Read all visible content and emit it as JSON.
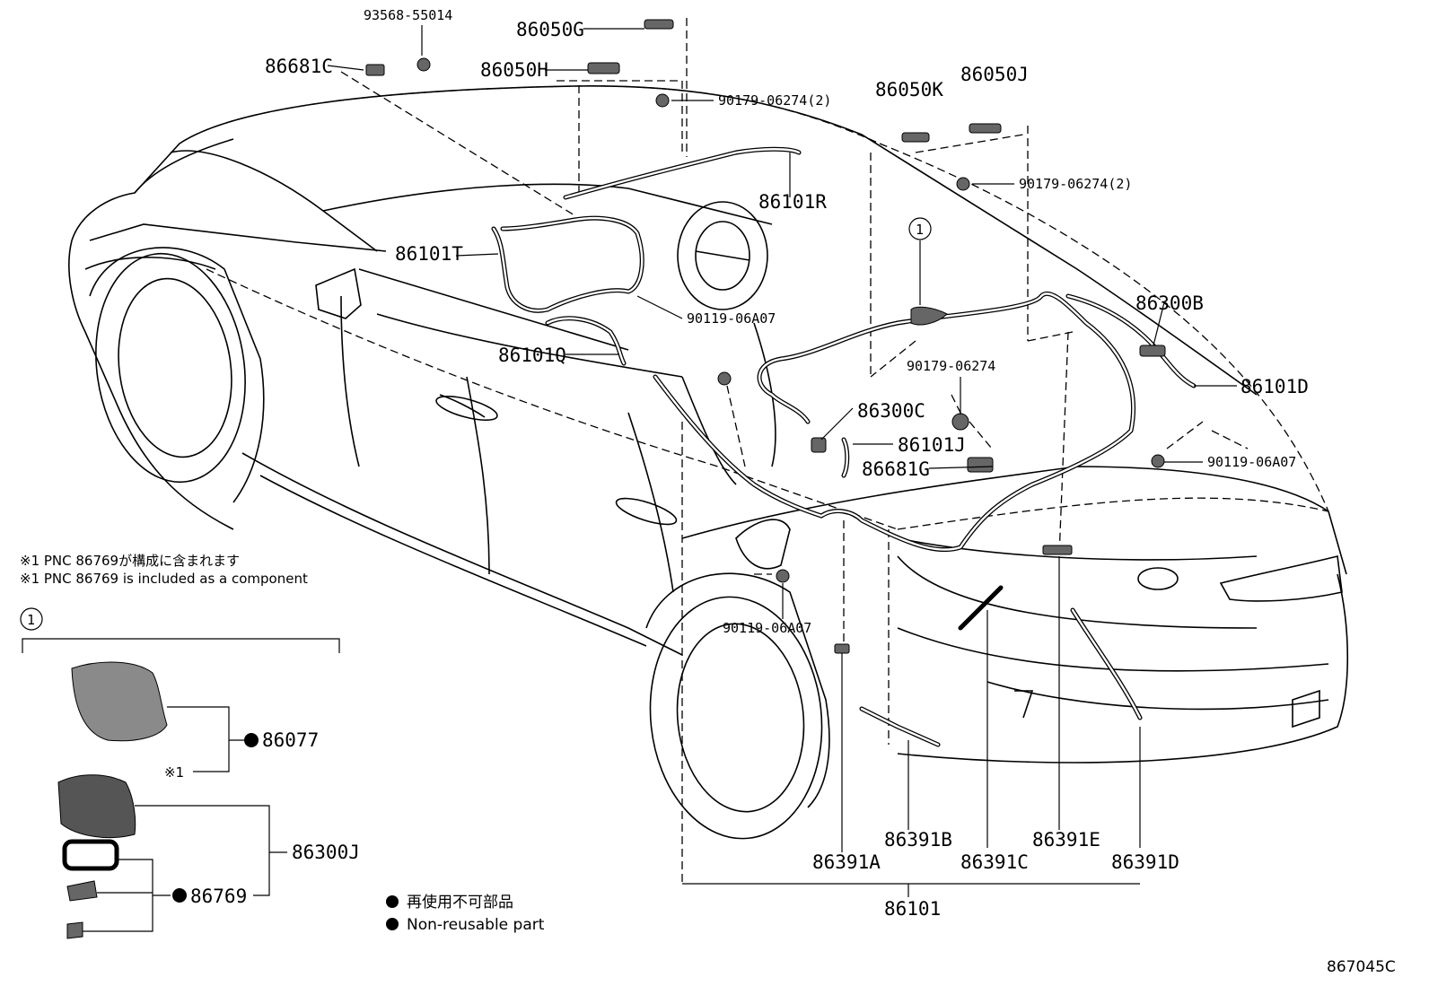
{
  "labels": {
    "p93568": "93568-55014",
    "p86050G": "86050G",
    "p86681C": "86681C",
    "p86050H": "86050H",
    "p90179_a": "90179-06274(2)",
    "p86050K": "86050K",
    "p86050J": "86050J",
    "p90179_b": "90179-06274(2)",
    "p86101R": "86101R",
    "p86101T": "86101T",
    "p90119_a": "90119-06A07",
    "p86101Q": "86101Q",
    "p86300B": "86300B",
    "p86101D": "86101D",
    "p90179_c": "90179-06274",
    "p86300C": "86300C",
    "p86101J": "86101J",
    "p86681G": "86681G",
    "p90119_b": "90119-06A07",
    "p90119_c": "90119-06A07",
    "p86391A": "86391A",
    "p86391B": "86391B",
    "p86391C": "86391C",
    "p86391E": "86391E",
    "p86391D": "86391D",
    "p86101": "86101",
    "p86077": "86077",
    "p86300J": "86300J",
    "p86769": "86769",
    "callout_1": "1",
    "inset_callout_1": "1",
    "note_mark": "※1"
  },
  "notes": {
    "line_jp": "※1 PNC 86769が構成に含まれます",
    "line_en": "※1 PNC 86769 is included as a component"
  },
  "legend": {
    "jp": "再使用不可部品",
    "en": "Non-reusable part"
  },
  "figure_id": "867045C"
}
